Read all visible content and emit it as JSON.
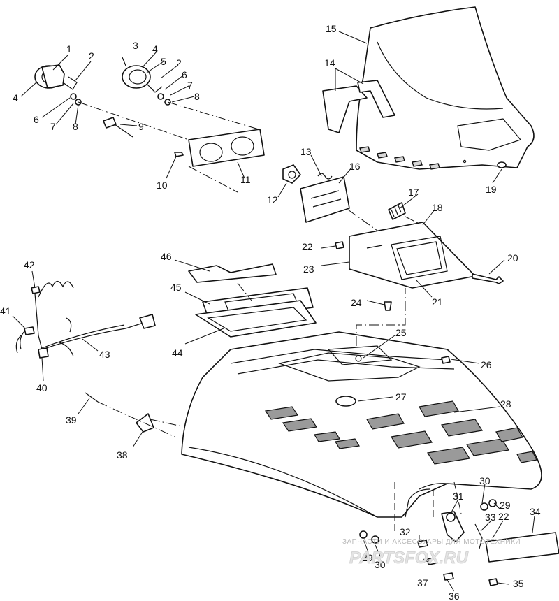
{
  "diagram": {
    "callouts": [
      {
        "id": "1",
        "label": "1"
      },
      {
        "id": "2",
        "label": "2"
      },
      {
        "id": "3",
        "label": "3"
      },
      {
        "id": "4",
        "label": "4"
      },
      {
        "id": "5",
        "label": "5"
      },
      {
        "id": "6",
        "label": "6"
      },
      {
        "id": "7",
        "label": "7"
      },
      {
        "id": "8",
        "label": "8"
      },
      {
        "id": "9",
        "label": "9"
      },
      {
        "id": "10",
        "label": "10"
      },
      {
        "id": "11",
        "label": "11"
      },
      {
        "id": "12",
        "label": "12"
      },
      {
        "id": "13",
        "label": "13"
      },
      {
        "id": "14",
        "label": "14"
      },
      {
        "id": "15",
        "label": "15"
      },
      {
        "id": "16",
        "label": "16"
      },
      {
        "id": "17",
        "label": "17"
      },
      {
        "id": "18",
        "label": "18"
      },
      {
        "id": "19",
        "label": "19"
      },
      {
        "id": "20",
        "label": "20"
      },
      {
        "id": "21",
        "label": "21"
      },
      {
        "id": "22",
        "label": "22"
      },
      {
        "id": "23",
        "label": "23"
      },
      {
        "id": "24",
        "label": "24"
      },
      {
        "id": "25",
        "label": "25"
      },
      {
        "id": "26",
        "label": "26"
      },
      {
        "id": "27",
        "label": "27"
      },
      {
        "id": "28",
        "label": "28"
      },
      {
        "id": "29",
        "label": "29"
      },
      {
        "id": "30",
        "label": "30"
      },
      {
        "id": "31",
        "label": "31"
      },
      {
        "id": "32",
        "label": "32"
      },
      {
        "id": "33",
        "label": "33"
      },
      {
        "id": "34",
        "label": "34"
      },
      {
        "id": "35",
        "label": "35"
      },
      {
        "id": "36",
        "label": "36"
      },
      {
        "id": "37",
        "label": "37"
      },
      {
        "id": "38",
        "label": "38"
      },
      {
        "id": "39",
        "label": "39"
      },
      {
        "id": "40",
        "label": "40"
      },
      {
        "id": "41",
        "label": "41"
      },
      {
        "id": "42",
        "label": "42"
      },
      {
        "id": "43",
        "label": "43"
      },
      {
        "id": "44",
        "label": "44"
      },
      {
        "id": "45",
        "label": "45"
      },
      {
        "id": "46",
        "label": "46"
      }
    ]
  },
  "watermark": {
    "caption": "ЗАПЧАСТИ И АКСЕССУАРЫ ДЛЯ МОТОТЕХНИКИ",
    "brand": "PARTSFOX.RU"
  }
}
